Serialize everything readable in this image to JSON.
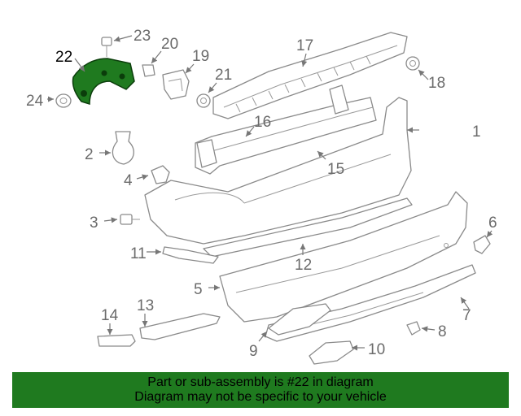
{
  "diagram": {
    "highlight_color": "#1f7a1f",
    "highlighted_part": "22",
    "callouts": [
      "1",
      "2",
      "3",
      "4",
      "5",
      "6",
      "7",
      "8",
      "9",
      "10",
      "11",
      "12",
      "13",
      "14",
      "15",
      "16",
      "17",
      "18",
      "19",
      "20",
      "21",
      "22",
      "23",
      "24"
    ]
  },
  "banner": {
    "color": "#1f7a1f",
    "line1": "Part or sub-assembly is #22 in diagram",
    "line2": "Diagram may not be specific to your vehicle"
  }
}
